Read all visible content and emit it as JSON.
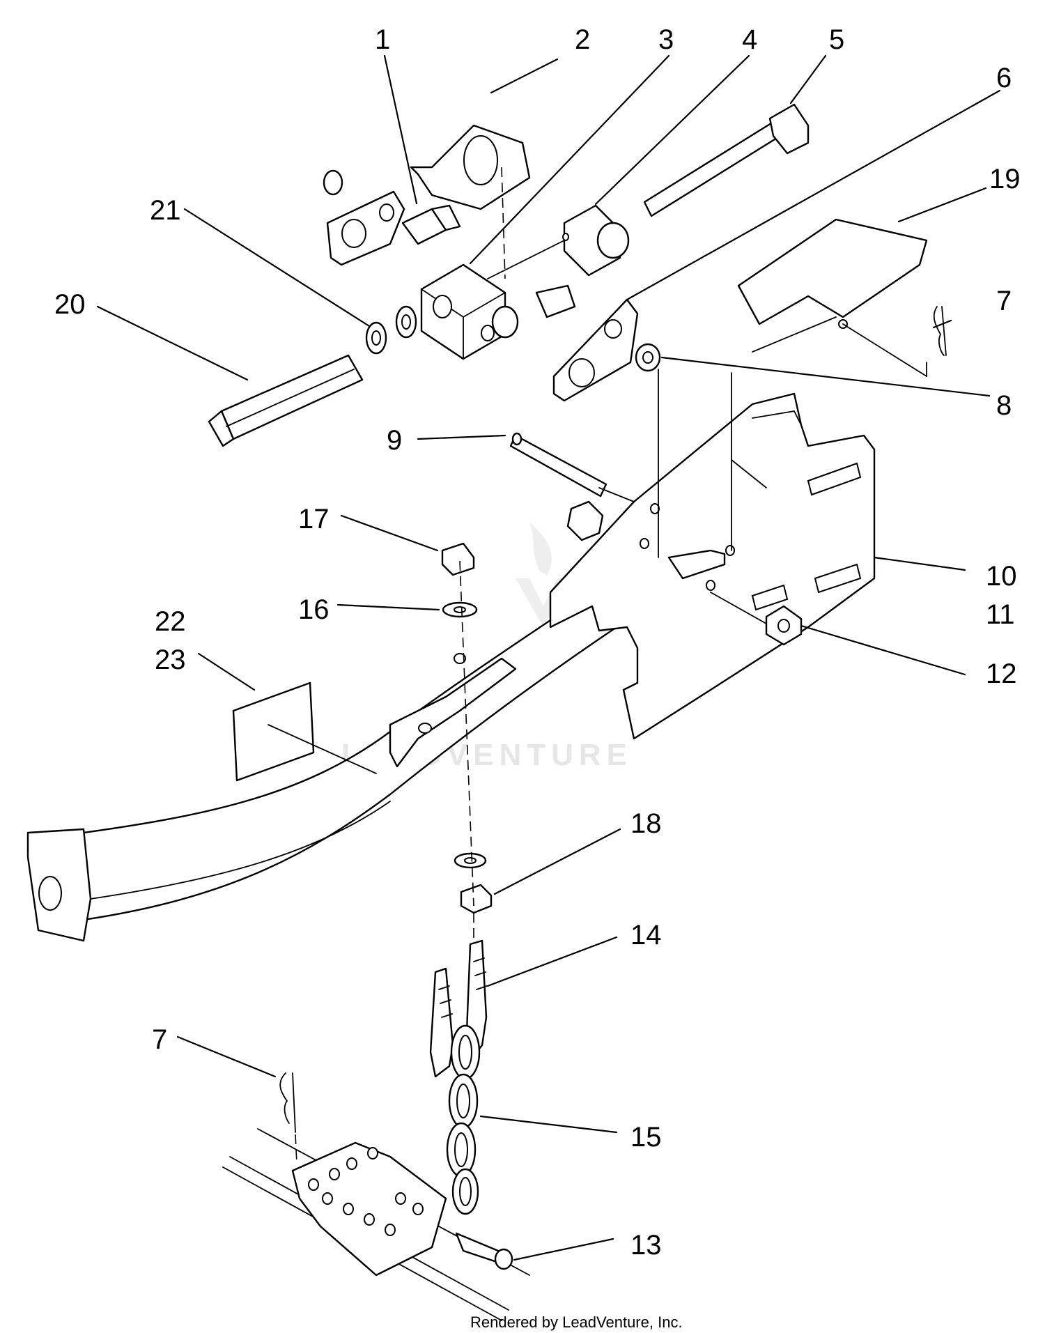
{
  "callouts": {
    "c1": "1",
    "c2": "2",
    "c3": "3",
    "c4": "4",
    "c5": "5",
    "c6": "6",
    "c7a": "7",
    "c7b": "7",
    "c8": "8",
    "c9": "9",
    "c10": "10",
    "c11": "11",
    "c12": "12",
    "c13": "13",
    "c14": "14",
    "c15": "15",
    "c16": "16",
    "c17": "17",
    "c18": "18",
    "c19": "19",
    "c20": "20",
    "c21": "21",
    "c22": "22",
    "c23": "23"
  },
  "watermark": "LEADVENTURE",
  "credit": "Rendered by LeadVenture, Inc.",
  "colors": {
    "line": "#000000",
    "background": "#ffffff",
    "watermark": "#e6e6e6"
  }
}
